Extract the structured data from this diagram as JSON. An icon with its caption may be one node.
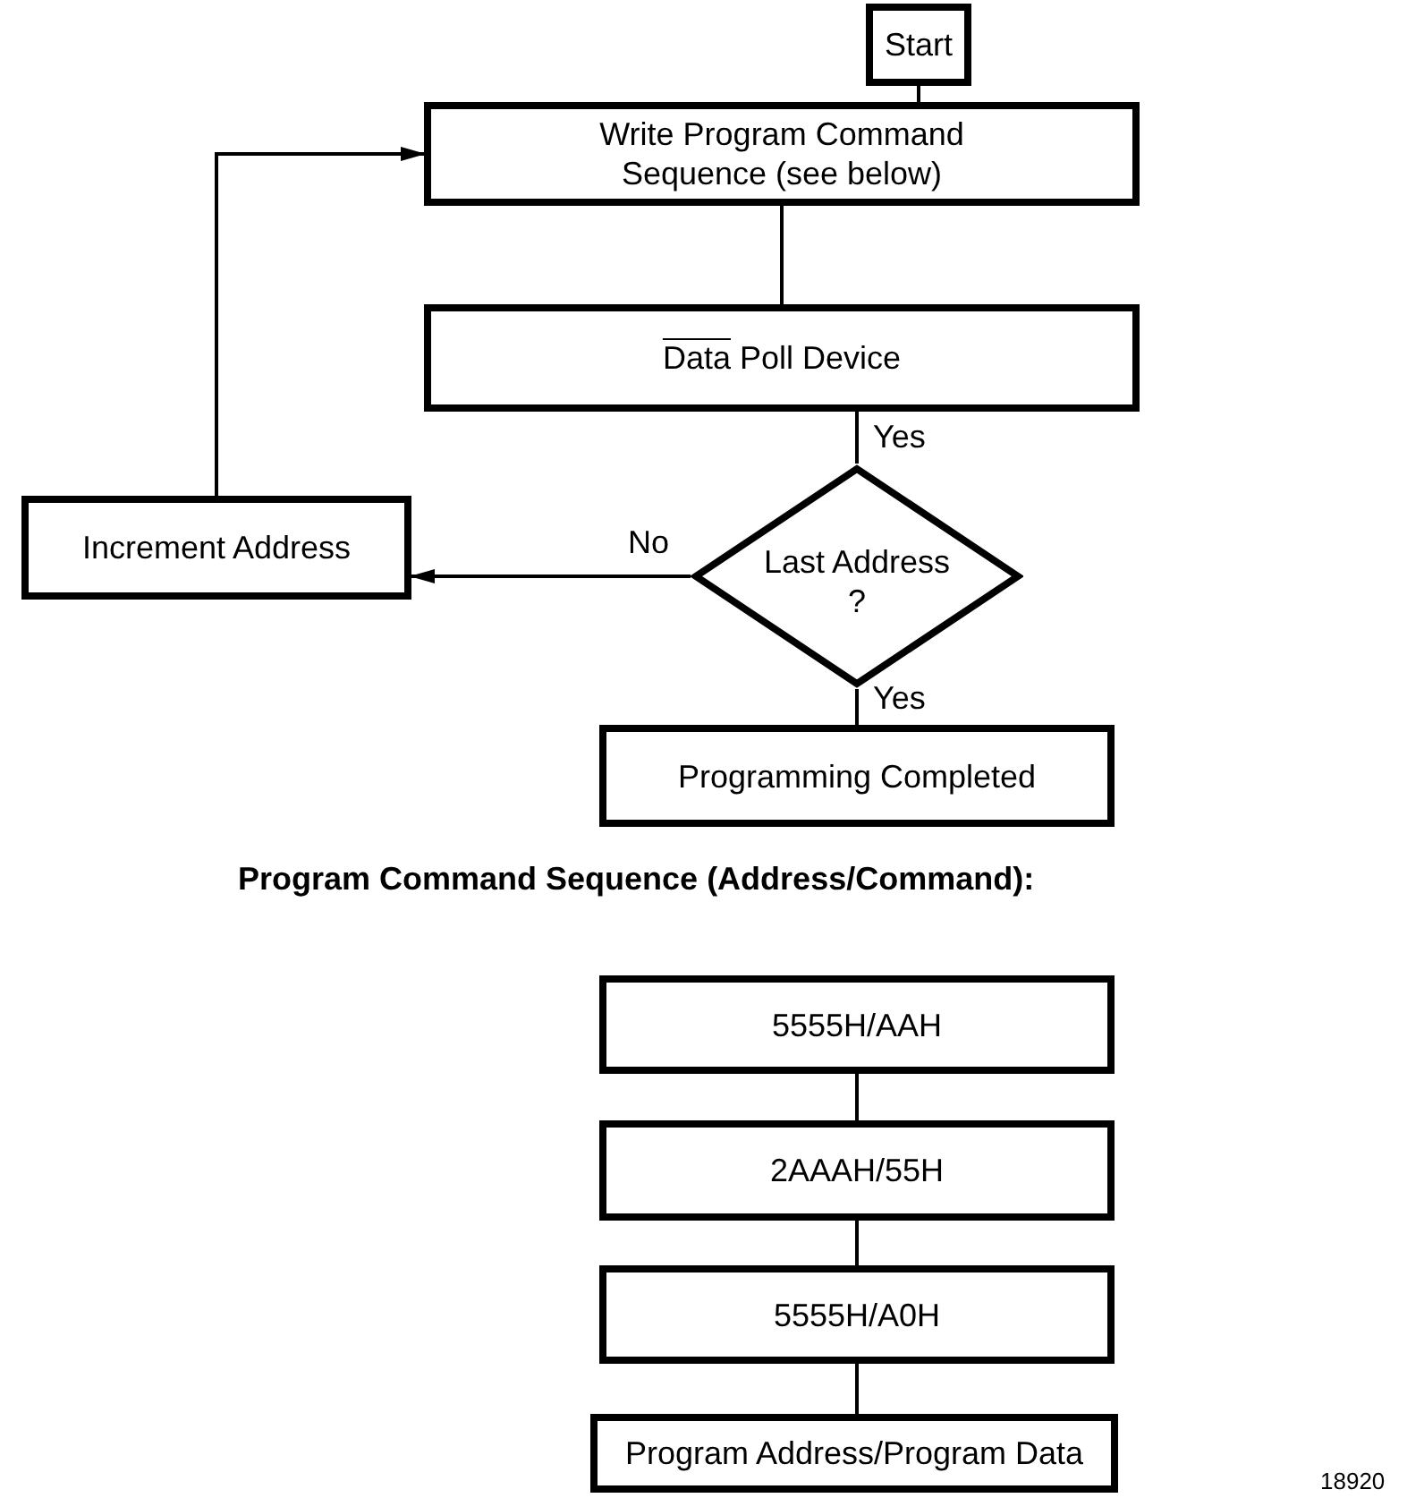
{
  "diagram": {
    "nodes": [
      {
        "text": [
          "Start"
        ]
      },
      {
        "text": [
          "Write Program Command Sequence (see below)"
        ]
      },
      {
        "text": [
          "Data Poll Device"
        ]
      },
      {
        "text": [
          "Last Address ?"
        ]
      },
      {
        "text": [
          "Increment Address"
        ]
      },
      {
        "text": [
          "Programming Completed"
        ]
      },
      {
        "text": [
          "5555H/AAH"
        ]
      },
      {
        "text": [
          "2AAAH/55H"
        ]
      },
      {
        "text": [
          "5555H/A0H"
        ]
      },
      {
        "text": [
          "Program Address/Program Data"
        ]
      }
    ],
    "edges": [
      {
        "from": 0,
        "to": 1,
        "arrow": "none"
      },
      {
        "from": 1,
        "to": 2,
        "arrow": "none"
      },
      {
        "from": 2,
        "to": 3,
        "arrow": "none",
        "label": "Yes"
      },
      {
        "from": 3,
        "to": 5,
        "arrow": "none",
        "label": "Yes"
      },
      {
        "from": 3,
        "to": 4,
        "arrow": "to",
        "label": "No"
      },
      {
        "from": 4,
        "to": 1,
        "arrow": "to"
      },
      {
        "from": 6,
        "to": 7,
        "arrow": "none"
      },
      {
        "from": 7,
        "to": 8,
        "arrow": "none"
      },
      {
        "from": 8,
        "to": 9,
        "arrow": "none"
      }
    ],
    "labels": [
      "Program Command Sequence (Address/Command):",
      "18920"
    ]
  }
}
